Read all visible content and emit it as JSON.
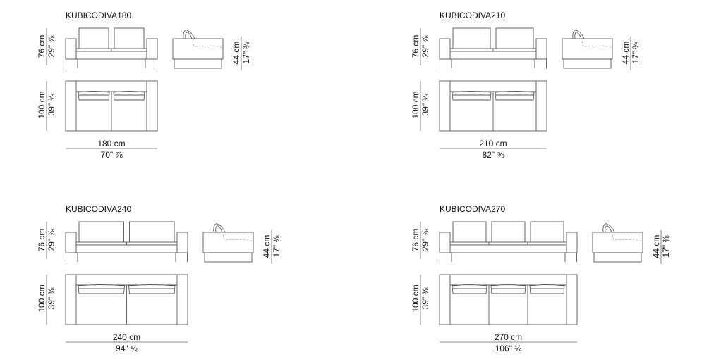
{
  "models": [
    {
      "name": "KUBICODIVA180",
      "width_cm": "180 cm",
      "width_in": "70\" ⅞",
      "height_cm": "76 cm",
      "height_in": "29\" ⅞",
      "depth_cm": "100 cm",
      "depth_in": "39\" ⅜",
      "seat_cm": "44 cm",
      "seat_in": "17\" ⅜",
      "width_value": 180,
      "cushions": 2
    },
    {
      "name": "KUBICODIVA210",
      "width_cm": "210 cm",
      "width_in": "82\" ⅝",
      "height_cm": "76 cm",
      "height_in": "29\" ⅞",
      "depth_cm": "100 cm",
      "depth_in": "39\" ⅜",
      "seat_cm": "44 cm",
      "seat_in": "17\" ⅜",
      "width_value": 210,
      "cushions": 2
    },
    {
      "name": "KUBICODIVA240",
      "width_cm": "240 cm",
      "width_in": "94\" ½",
      "height_cm": "76 cm",
      "height_in": "29\" ⅞",
      "depth_cm": "100 cm",
      "depth_in": "39\" ⅜",
      "seat_cm": "44 cm",
      "seat_in": "17\" ⅜",
      "width_value": 240,
      "cushions": 2
    },
    {
      "name": "KUBICODIVA270",
      "width_cm": "270 cm",
      "width_in": "106\" ¼",
      "height_cm": "76 cm",
      "height_in": "29\" ⅞",
      "depth_cm": "100 cm",
      "depth_in": "39\" ⅜",
      "seat_cm": "44 cm",
      "seat_in": "17\" ⅜",
      "width_value": 270,
      "cushions": 3
    }
  ]
}
